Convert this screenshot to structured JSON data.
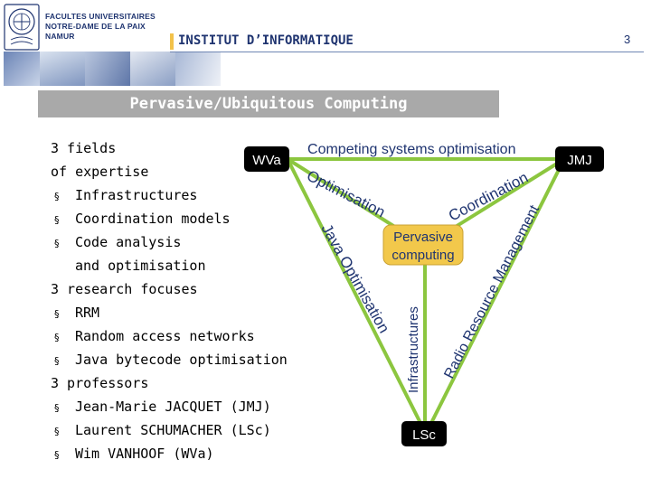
{
  "header": {
    "university_lines": [
      "FACULTES UNIVERSITAIRES",
      "NOTRE-DAME DE LA PAIX",
      "NAMUR"
    ],
    "institute": "INSTITUT D’INFORMATIQUE",
    "page_number": "3"
  },
  "title": "Pervasive/Ubiquitous Computing",
  "body": {
    "fields_heading_1": "3 fields",
    "fields_heading_2": "of expertise",
    "fields": [
      "Infrastructures",
      "Coordination models",
      "Code analysis"
    ],
    "fields_continuation": "and optimisation",
    "research_heading": "3 research focuses",
    "research": [
      "RRM",
      "Random access networks",
      "Java bytecode optimisation"
    ],
    "professors_heading": "3 professors",
    "professors": [
      "Jean-Marie JACQUET (JMJ)",
      "Laurent SCHUMACHER (LSc)",
      "Wim VANHOOF (WVa)"
    ]
  },
  "diagram": {
    "node_wva": "WVa",
    "node_jmj": "JMJ",
    "node_lsc": "LSc",
    "center_line1": "Pervasive",
    "center_line2": "computing",
    "top_edge": "Competing systems optimisation",
    "inner_left_top": "Optimisation",
    "inner_right_top": "Coordination",
    "left_edge": "Java Optimisation",
    "right_edge": "Radio Resource Management",
    "bottom_spoke": "Infrastructures"
  },
  "colors": {
    "navy": "#1f3470",
    "gold": "#f2c24a",
    "band_gray": "#a9a9a9",
    "diagram_green": "#8cc63f",
    "center_fill": "#f2c84b",
    "node_fill": "#000000"
  }
}
